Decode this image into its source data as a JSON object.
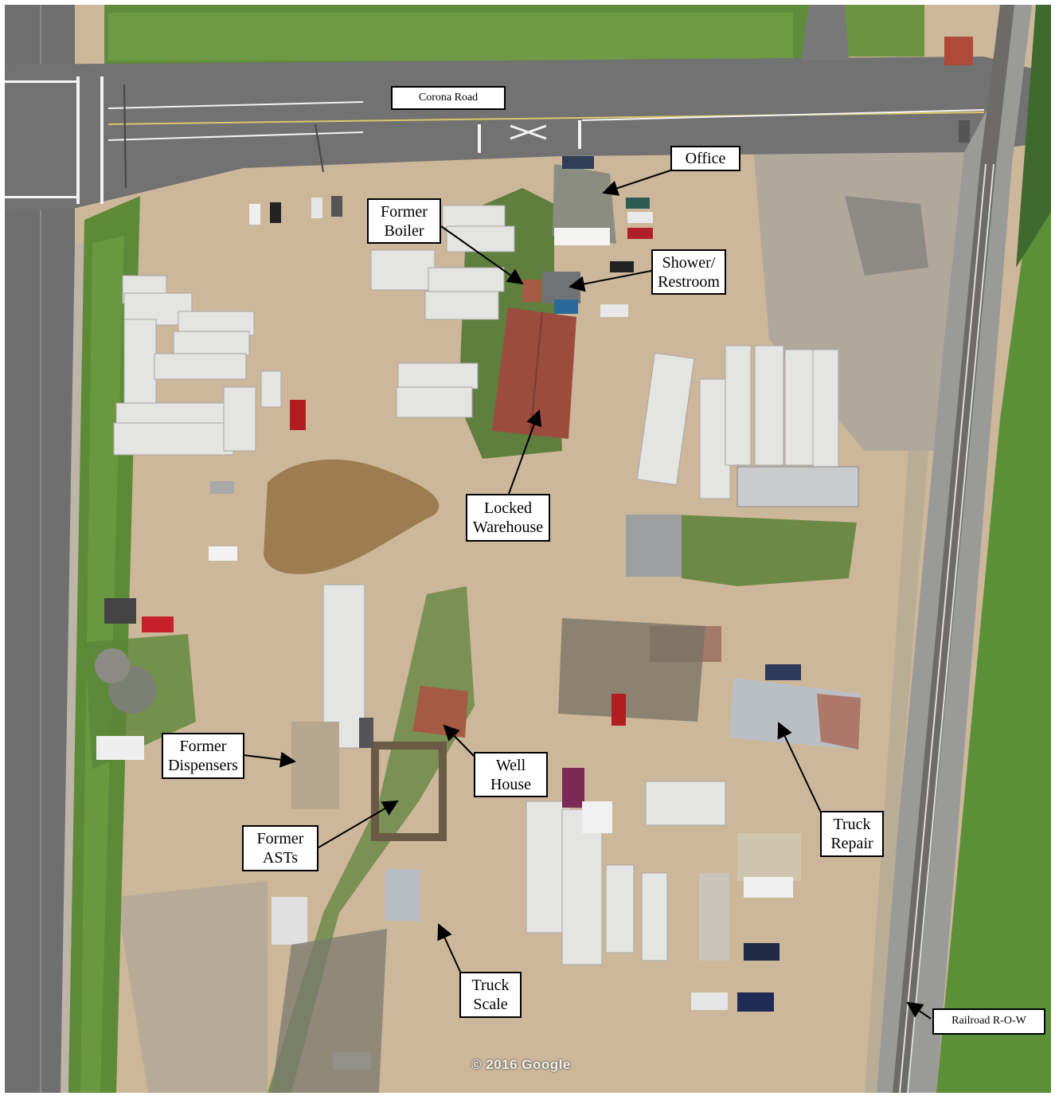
{
  "map": {
    "labels": {
      "corona_road": "Corona Road",
      "office": "Office",
      "former_boiler": "Former\nBoiler",
      "shower_restroom": "Shower/\nRestroom",
      "locked_warehouse": "Locked\nWarehouse",
      "former_dispensers": "Former\nDispensers",
      "well_house": "Well\nHouse",
      "former_asts": "Former\nASTs",
      "truck_repair": "Truck\nRepair",
      "truck_scale": "Truck\nScale",
      "railroad_row": "Railroad R-O-W"
    },
    "copyright": "© 2016 Google",
    "colors": {
      "dirt": "#cdb79a",
      "road": "#6e6e6e",
      "grass": "#5e8a3a",
      "roof_red": "#9a4a3c",
      "trailer": "#e6e6e6"
    }
  }
}
